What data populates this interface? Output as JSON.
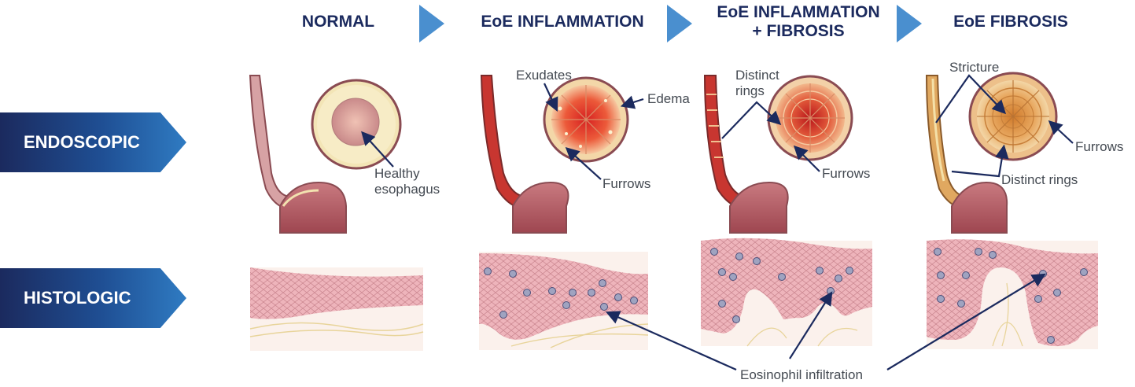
{
  "stages": [
    "NORMAL",
    "EoE INFLAMMATION",
    "EoE INFLAMMATION\n+ FIBROSIS",
    "EoE FIBROSIS"
  ],
  "rows": [
    "ENDOSCOPIC",
    "HISTOLOGIC"
  ],
  "labels": {
    "healthy": "Healthy\nesophagus",
    "exudates": "Exudates",
    "edema": "Edema",
    "furrows": "Furrows",
    "distinct_rings": "Distinct\nrings",
    "stricture": "Stricture",
    "distinct_rings_2": "Distinct rings",
    "eosinophil": "Eosinophil infiltration"
  },
  "colors": {
    "navy": "#1b2a5e",
    "chevron": "#4a8fcf",
    "tissue_pink": "#e7a9b0",
    "inflamed_red": "#d9332b",
    "fibrous_tan": "#d49a4e"
  }
}
